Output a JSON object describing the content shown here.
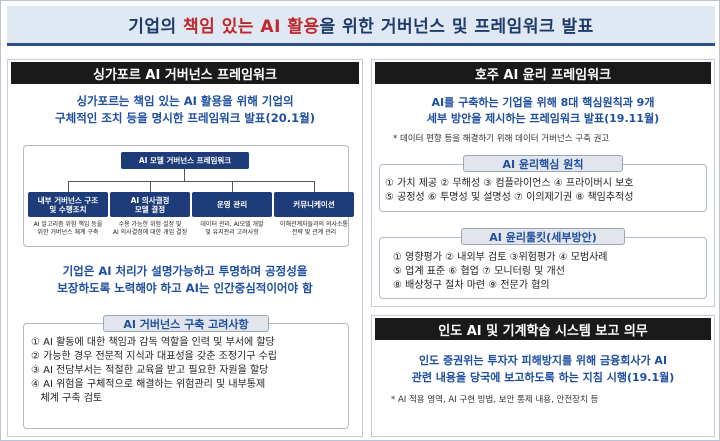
{
  "title": {
    "part1": "기업의 ",
    "part2": "책임 있는 AI 활용",
    "part3": "을 위한 거버넌스 및 프레임워크 발표"
  },
  "singapore": {
    "header": "싱가포르 AI 거버넌스 프레임워크",
    "summary_line1": "싱가포르는 책임 있는 AI 활용을 위해 기업의",
    "summary_line2": "구체적인 조치 등을 명시한 프레임워크 발표(20.1월)",
    "org_root": "AI 모델 거버넌스 프레임워크",
    "org_units": [
      {
        "name1": "내부 거버넌스 구조",
        "name2": "및 수행조치",
        "desc1": "AI 알고리즘 위험 책임 등을",
        "desc2": "위한 거버넌스 체계 구축"
      },
      {
        "name1": "AI 의사결정",
        "name2": "모델 결정",
        "desc1": "수용 가능한 위험 설정 및",
        "desc2": "AI 의사결정에 대한 개입 결정"
      },
      {
        "name1": "운영 관리",
        "name2": "",
        "desc1": "데이터 관리, AI모델 개발",
        "desc2": "및 유지관리 고려사항"
      },
      {
        "name1": "커뮤니케이션",
        "name2": "",
        "desc1": "이해관계자들과의 의사소통",
        "desc2": "전략 및 관계 관리"
      }
    ],
    "statement_line1": "기업은 AI 처리가 설명가능하고 투명하며 공정성을",
    "statement_line2": "보장하도록 노력해야 하고 AI는 인간중심적이어야 함",
    "considerations_title": "AI 거버넌스 구축 고려사항",
    "considerations": [
      "① AI 활동에 대한 책임과 감독 역할을 인력 및 부서에 할당",
      "② 가능한 경우 전문적 지식과 대표성을 갖춘 조정기구 수립",
      "③ AI 전담부서는 적절한 교육을 받고 필요한 자원을 할당",
      "④ AI 위험을 구체적으로 해결하는 위험관리 및 내부통제",
      "   체계 구축 검토"
    ]
  },
  "australia": {
    "header": "호주 AI 윤리 프레임워크",
    "summary_line1": "AI를 구축하는 기업을 위해 8대 핵심원칙과 9개",
    "summary_line2": "세부 방안을 제시하는 프레임워크 발표(19.11월)",
    "note": "* 데이터 편향 등을 해결하기 위해 데이터 거버넌스 구축 권고",
    "principles_title": "AI 윤리핵심 원칙",
    "principles": [
      "① 가치 제공  ② 무해성  ③ 컴플라이언스  ④ 프라이버시 보호",
      "⑤ 공정성  ⑥ 투명성 및 설명성  ⑦ 이의제기권  ⑧ 책임추적성"
    ],
    "toolkit_title": "AI 윤리툴킷(세부방안)",
    "toolkit": [
      "① 영향평가  ② 내외부 검토  ③위험평가  ④ 모범사례",
      "⑤ 업계 표준  ⑥ 협업  ⑦ 모니터링 및 개선",
      "⑧ 배상청구 절차 마련  ⑨ 전문가 협의"
    ]
  },
  "india": {
    "header": "인도 AI 및 기계학습 시스템 보고 의무",
    "summary_line1": "인도 증권위는 투자자 피해방지를 위해 금융회사가 AI",
    "summary_line2": "관련 내용을 당국에 보고하도록 하는 지침 시행(19.1월)",
    "note": "* AI 적용 영역, AI 구현 방법, 보안 통제 내용, 안전장치 등"
  }
}
